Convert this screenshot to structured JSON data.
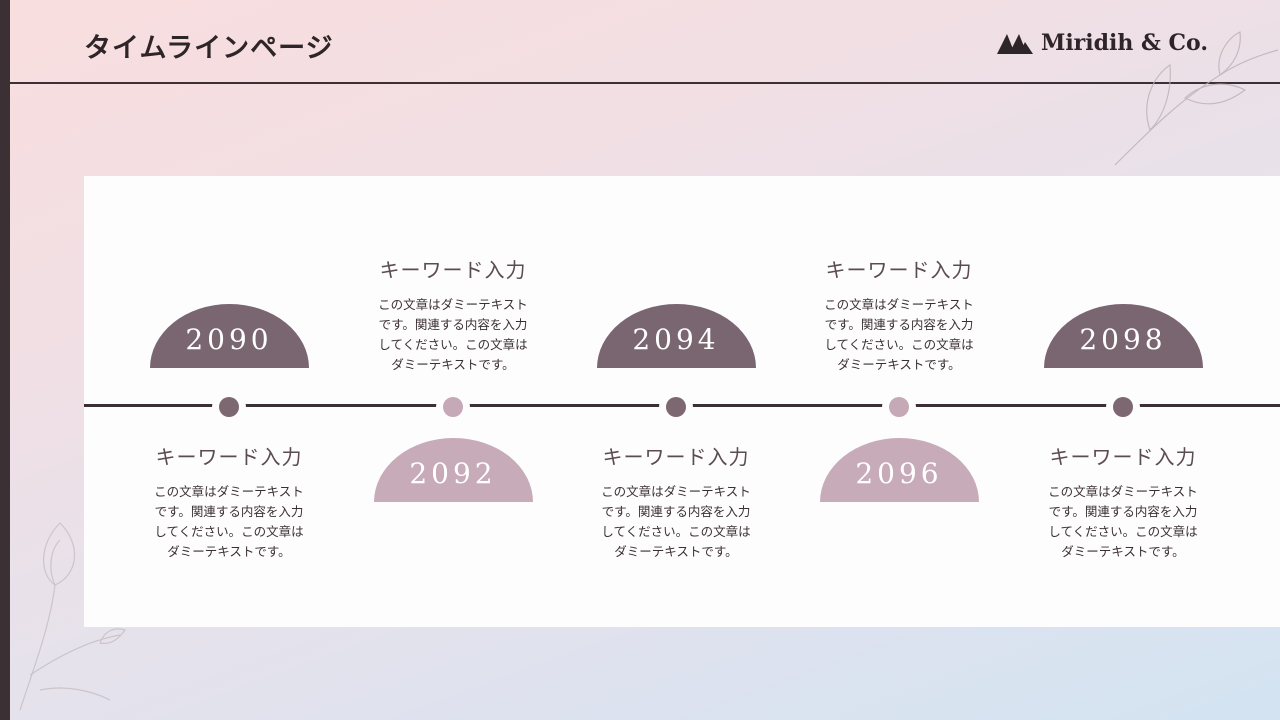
{
  "header": {
    "title": "タイムラインページ",
    "logo_text": "Miridih & Co."
  },
  "colors": {
    "dark_accent": "#7a6670",
    "light_accent": "#c8abb8",
    "line": "#3b3034"
  },
  "timeline": [
    {
      "year": "2090",
      "keyword": "キーワード入力",
      "desc": [
        "この文章はダミーテキスト",
        "です。関連する内容を入力",
        "してください。この文章は",
        "ダミーテキストです。"
      ]
    },
    {
      "year": "2092",
      "keyword": "キーワード入力",
      "desc": [
        "この文章はダミーテキスト",
        "です。関連する内容を入力",
        "してください。この文章は",
        "ダミーテキストです。"
      ]
    },
    {
      "year": "2094",
      "keyword": "キーワード入力",
      "desc": [
        "この文章はダミーテキスト",
        "です。関連する内容を入力",
        "してください。この文章は",
        "ダミーテキストです。"
      ]
    },
    {
      "year": "2096",
      "keyword": "キーワード入力",
      "desc": [
        "この文章はダミーテキスト",
        "です。関連する内容を入力",
        "してください。この文章は",
        "ダミーテキストです。"
      ]
    },
    {
      "year": "2098",
      "keyword": "キーワード入力",
      "desc": [
        "この文章はダミーテキスト",
        "です。関連する内容を入力",
        "してください。この文章は",
        "ダミーテキストです。"
      ]
    }
  ]
}
